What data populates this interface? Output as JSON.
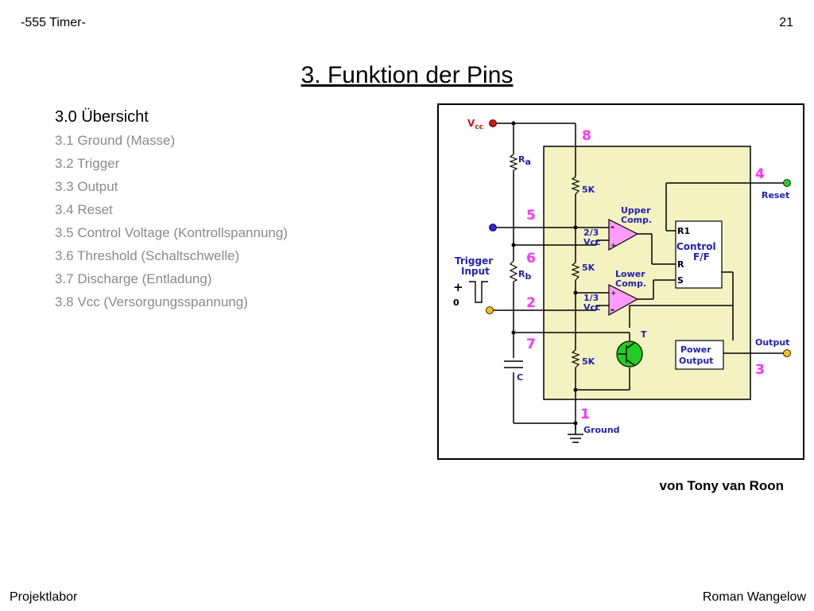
{
  "header": {
    "left": "-555 Timer-",
    "page_number": "21"
  },
  "title": "3. Funktion der Pins",
  "toc": {
    "current": "3.0  Übersicht",
    "items": [
      "3.1  Ground (Masse)",
      "3.2  Trigger",
      "3.3  Output",
      "3.4  Reset",
      "3.5  Control Voltage (Kontrollspannung)",
      "3.6  Threshold (Schaltschwelle)",
      "3.7  Discharge (Entladung)",
      "3.8  Vcc (Versorgungsspannung)"
    ]
  },
  "diagram": {
    "vcc": "V",
    "vcc_sub": "cc",
    "pins": {
      "p8": "8",
      "p4": "4",
      "p5": "5",
      "p6": "6",
      "p2": "2",
      "p7": "7",
      "p3": "3",
      "p1": "1"
    },
    "ra": "R",
    "ra_sub": "a",
    "rb": "R",
    "rb_sub": "b",
    "res_5k": "5K",
    "reset": "Reset",
    "upper_comp_1": "Upper",
    "upper_comp_2": "Comp.",
    "upper_ref_1": "2/3",
    "upper_ref_2": "Vcc",
    "lower_comp_1": "Lower",
    "lower_comp_2": "Comp.",
    "lower_ref_1": "1/3",
    "lower_ref_2": "Vcc",
    "ff_r1": "R1",
    "ff_1": "Control",
    "ff_2": "F/F",
    "ff_r": "R",
    "ff_s": "S",
    "trigger_1": "Trigger",
    "trigger_2": "Input",
    "plus": "+",
    "zero": "0",
    "transistor": "T",
    "power_1": "Power",
    "power_2": "Output",
    "output": "Output",
    "cap": "C",
    "ground": "Ground",
    "minus": "-",
    "plus_sign": "+"
  },
  "credit": "von Tony van Roon",
  "footer": {
    "left": "Projektlabor",
    "right": "Roman Wangelow"
  },
  "colors": {
    "pin_magenta": "#ff33ff",
    "label_blue": "#1f1fb8",
    "chip_fill": "#f5f2c2",
    "comparator_fill": "#ff9bff",
    "vcc_red": "#e01010",
    "reset_green": "#2ec82e",
    "yellow_node": "#f4c20d",
    "control_blue": "#2a2ad0"
  }
}
